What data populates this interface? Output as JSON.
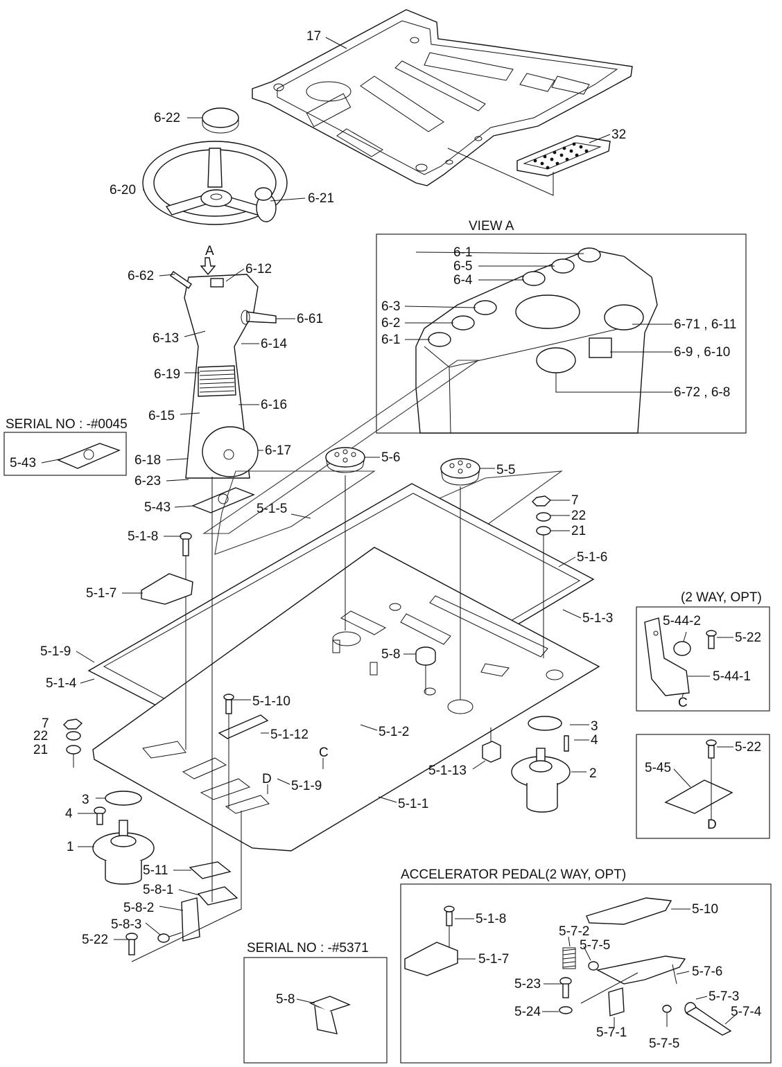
{
  "titles": {
    "view_a": "VIEW A",
    "serial_0045": "SERIAL NO : -#0045",
    "serial_5371": "SERIAL NO : -#5371",
    "two_way_opt": "(2 WAY, OPT)",
    "accel_pedal": "ACCELERATOR PEDAL(2 WAY, OPT)",
    "view_arrow": "A",
    "ref_c": "C",
    "ref_d": "D"
  },
  "labels": {
    "p17": "17",
    "p32": "32",
    "p6_22": "6-22",
    "p6_20": "6-20",
    "p6_21": "6-21",
    "p6_62": "6-62",
    "p6_12": "6-12",
    "p6_61": "6-61",
    "p6_13": "6-13",
    "p6_14": "6-14",
    "p6_19": "6-19",
    "p6_15": "6-15",
    "p6_16": "6-16",
    "p6_18": "6-18",
    "p6_17": "6-17",
    "p6_23": "6-23",
    "va_6_1a": "6-1",
    "va_6_5": "6-5",
    "va_6_4": "6-4",
    "va_6_3": "6-3",
    "va_6_2": "6-2",
    "va_6_1b": "6-1",
    "va_6_71": "6-71 , 6-11",
    "va_6_9": "6-9 , 6-10",
    "va_6_72": "6-72 , 6-8",
    "s_5_43": "5-43",
    "p5_43": "5-43",
    "p5_6": "5-6",
    "p5_5": "5-5",
    "p7a": "7",
    "p22a": "22",
    "p21a": "21",
    "p5_1_5": "5-1-5",
    "p5_1_8": "5-1-8",
    "p5_1_7": "5-1-7",
    "p5_1_6": "5-1-6",
    "p5_1_3": "5-1-3",
    "p5_1_9a": "5-1-9",
    "p5_8": "5-8",
    "p5_1_4": "5-1-4",
    "p5_1_10": "5-1-10",
    "p5_1_12": "5-1-12",
    "p5_1_2": "5-1-2",
    "p7b": "7",
    "p22b": "22",
    "p21b": "21",
    "p3a": "3",
    "p4a": "4",
    "p2": "2",
    "p5_1_13": "5-1-13",
    "p5_1_9b": "5-1-9",
    "p5_1_1": "5-1-1",
    "p3b": "3",
    "p4b": "4",
    "p1": "1",
    "p5_11": "5-11",
    "p5_8_1": "5-8-1",
    "p5_8_2": "5-8-2",
    "p5_8_3": "5-8-3",
    "p5_22a": "5-22",
    "tw_5_44_2": "5-44-2",
    "tw_5_22": "5-22",
    "tw_5_44_1": "5-44-1",
    "d_5_22": "5-22",
    "d_5_45": "5-45",
    "s5371_5_8": "5-8",
    "ap_5_1_8": "5-1-8",
    "ap_5_10": "5-10",
    "ap_5_7_2": "5-7-2",
    "ap_5_7_5a": "5-7-5",
    "ap_5_1_7": "5-1-7",
    "ap_5_7_6": "5-7-6",
    "ap_5_23": "5-23",
    "ap_5_7_3": "5-7-3",
    "ap_5_24": "5-24",
    "ap_5_7_4": "5-7-4",
    "ap_5_7_1": "5-7-1",
    "ap_5_7_5b": "5-7-5"
  }
}
